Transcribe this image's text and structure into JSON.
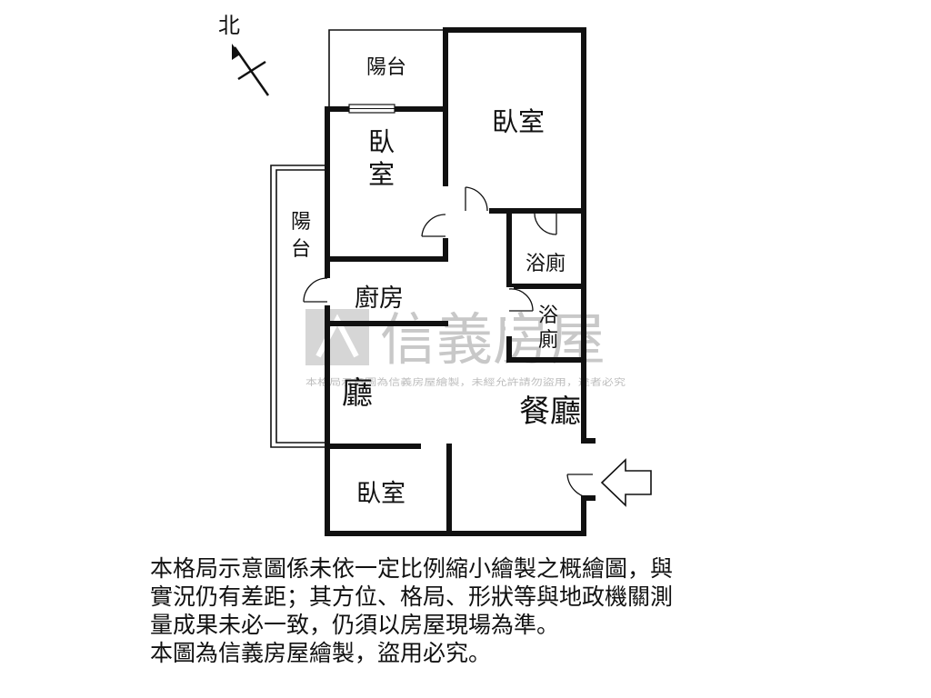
{
  "compass": {
    "north_label": "北"
  },
  "rooms": {
    "balcony_top": "陽台",
    "bedroom_right": "臥室",
    "bedroom_middle_line1": "臥",
    "bedroom_middle_line2": "室",
    "balcony_left_line1": "陽",
    "balcony_left_line2": "台",
    "bathroom_1": "浴廁",
    "bathroom_2_line1": "浴",
    "bathroom_2_line2": "廁",
    "kitchen": "廚房",
    "living_room": "廳",
    "dining_room": "餐廳",
    "bedroom_bottom": "臥室"
  },
  "watermark": {
    "brand": "信義房屋",
    "note": "本格局示意圖為信義房屋繪製，未經允許請勿盜用，違者必究"
  },
  "disclaimer": {
    "line1": "本格局示意圖係未依一定比例縮小繪製之概繪圖，與",
    "line2": "實況仍有差距；其方位、格局、形狀等與地政機關測",
    "line3": "量成果未必一致，仍須以房屋現場為準。",
    "line4": "本圖為信義房屋繪製，盜用必究。"
  }
}
